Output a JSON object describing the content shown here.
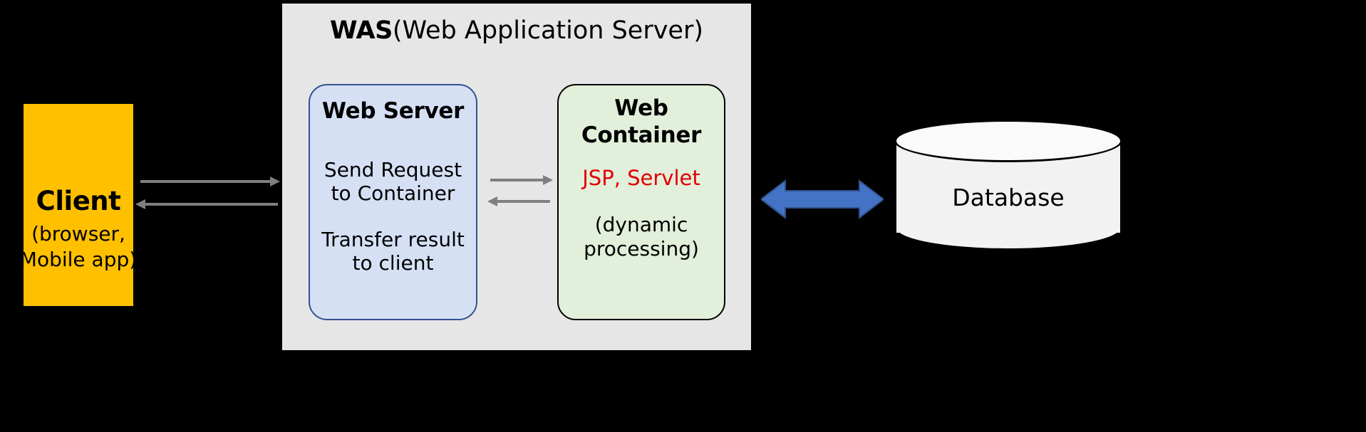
{
  "diagram": {
    "background_color": "#000000",
    "was": {
      "panel_color": "#e6e6e6",
      "title_bold": "WAS",
      "title_rest": "(Web Application Server)"
    },
    "client": {
      "title": "Client",
      "subtitle_line1": "(browser,",
      "subtitle_line2": "Mobile app)",
      "fill_color": "#ffc000"
    },
    "web_server": {
      "title": "Web Server",
      "line1a": "Send Request",
      "line1b": "to Container",
      "line2a": "Transfer result",
      "line2b": "to client",
      "fill_color": "#d6e0f5",
      "border_color": "#32538f"
    },
    "web_container": {
      "title": "Web Container",
      "tech": "JSP, Servlet",
      "tech_color": "#e00000",
      "sub_line1": "(dynamic",
      "sub_line2": "processing)",
      "fill_color": "#e2efda",
      "border_color": "#000000"
    },
    "database": {
      "label": "Database",
      "fill_color": "#f2f2f2",
      "border_color": "#000000"
    },
    "connectors": {
      "client_to_was_color": "#7f7f7f",
      "ws_to_wc_color": "#7f7f7f",
      "was_to_db_color": "#4472c4"
    }
  }
}
